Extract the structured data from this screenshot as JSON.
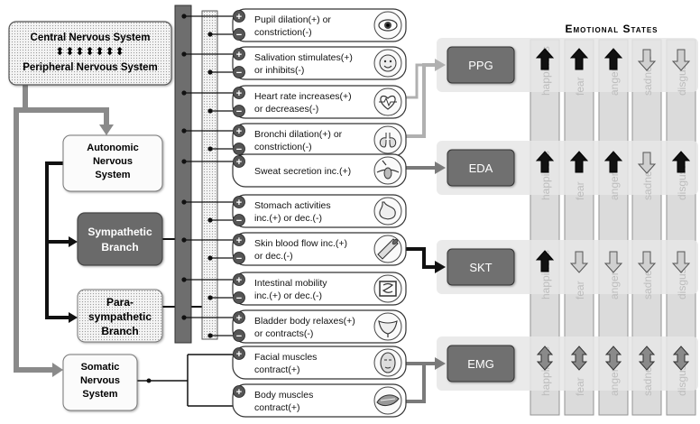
{
  "cns_box": {
    "line1": "Central Nervous System",
    "arrows": "⬍⬍⬍⬍⬍⬍⬍",
    "line2": "Peripheral Nervous System"
  },
  "autonomic_box": {
    "lines": [
      "Autonomic",
      "Nervous",
      "System"
    ]
  },
  "sympathetic_box": {
    "lines": [
      "Sympathetic",
      "Branch"
    ]
  },
  "parasympathetic_box": {
    "lines": [
      "Para-",
      "sympathetic",
      "Branch"
    ]
  },
  "somatic_box": {
    "lines": [
      "Somatic",
      "Nervous",
      "System"
    ]
  },
  "responses": [
    {
      "line1": "Pupil dilation(+) or",
      "line2": "constriction(-)",
      "icon": "eye-icon"
    },
    {
      "line1": "Salivation stimulates(+)",
      "line2": "or inhibits(-)",
      "icon": "face-icon"
    },
    {
      "line1": "Heart rate increases(+)",
      "line2": "or decreases(-)",
      "icon": "heart-icon"
    },
    {
      "line1": "Bronchi dilation(+) or",
      "line2": "constriction(-)",
      "icon": "lungs-icon"
    },
    {
      "line1": "Sweat secretion inc.(+)",
      "line2": "",
      "icon": "skin-pore-icon"
    },
    {
      "line1": "Stomach activities",
      "line2": "inc.(+) or dec.(-)",
      "icon": "stomach-icon"
    },
    {
      "line1": "Skin blood flow inc.(+)",
      "line2": "or dec.(-)",
      "icon": "blood-vessel-icon"
    },
    {
      "line1": "Intestinal mobility",
      "line2": "inc.(+) or dec.(-)",
      "icon": "intestine-icon"
    },
    {
      "line1": "Bladder body relaxes(+)",
      "line2": "or contracts(-)",
      "icon": "bladder-icon"
    },
    {
      "line1": "Facial muscles",
      "line2": "contract(+)",
      "icon": "facial-muscle-icon"
    },
    {
      "line1": "Body muscles",
      "line2": "contract(+)",
      "icon": "muscle-icon"
    }
  ],
  "plus": "+",
  "minus": "−",
  "signals": [
    "PPG",
    "EDA",
    "SKT",
    "EMG"
  ],
  "emotional_states_title": "Emotional States",
  "emotions": [
    "happiness",
    "fear",
    "anger",
    "sadness",
    "disgust"
  ],
  "emotion_arrows": [
    [
      "up-black",
      "up-black",
      "up-black",
      "down-light",
      "down-light"
    ],
    [
      "up-black",
      "up-black",
      "up-black",
      "down-light",
      "up-black"
    ],
    [
      "up-black",
      "down-light",
      "down-light",
      "down-light",
      "down-light"
    ],
    [
      "updown-gray",
      "updown-gray",
      "updown-gray",
      "updown-gray",
      "updown-gray"
    ]
  ],
  "colors": {
    "sympathetic_fill": "#6b6b6b",
    "signal_fill": "#707070",
    "trunk_fill": "#6e6e6e",
    "connector": "#7a7a7a",
    "arrow_black": "#111111",
    "arrow_light": "#d0d0d0",
    "arrow_gray": "#8a8a8a"
  }
}
